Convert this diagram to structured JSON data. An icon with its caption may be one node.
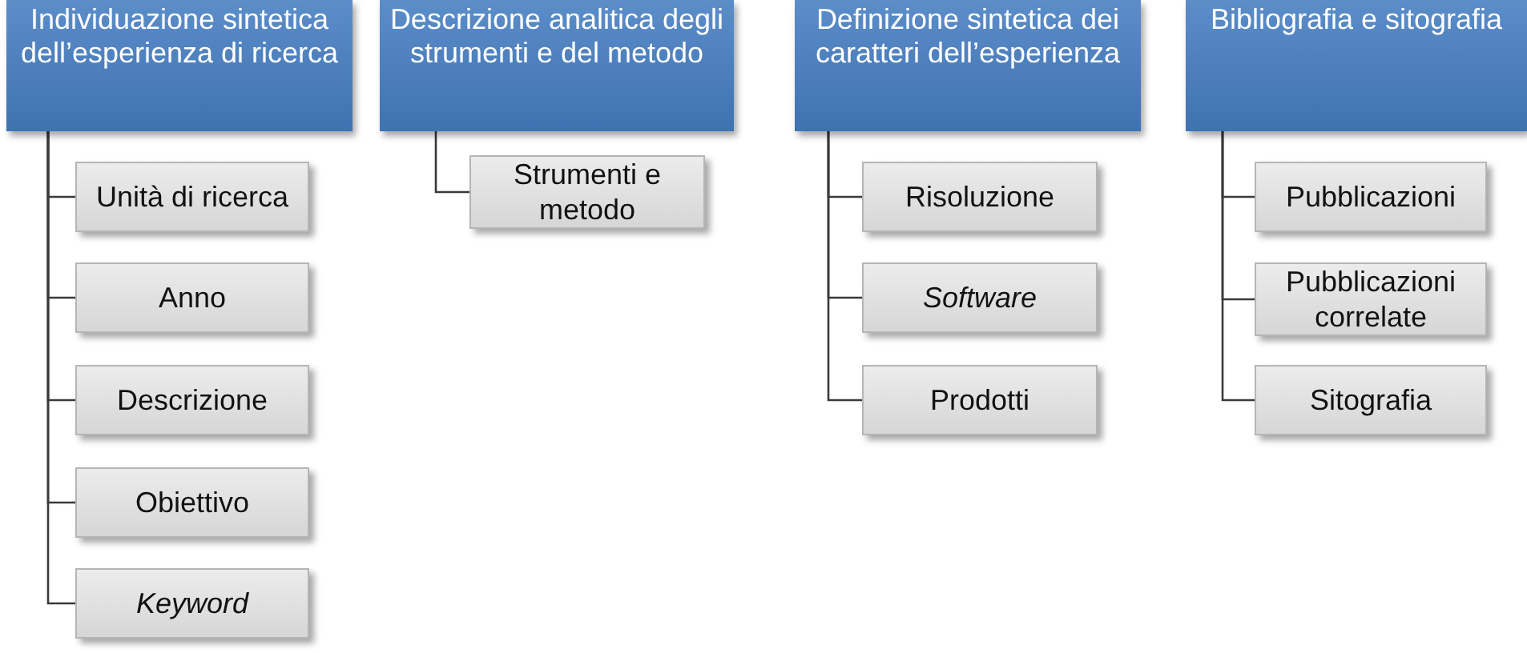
{
  "diagram": {
    "nodes": [
      {
        "text": [
          "Individuazione sintetica dell’esperienza di ricerca"
        ]
      },
      {
        "text": [
          "Unità di ricerca"
        ]
      },
      {
        "text": [
          "Anno"
        ]
      },
      {
        "text": [
          "Descrizione"
        ]
      },
      {
        "text": [
          "Obiettivo"
        ]
      },
      {
        "text": [
          "Keyword"
        ]
      },
      {
        "text": [
          "Descrizione analitica degli strumenti e del metodo"
        ]
      },
      {
        "text": [
          "Strumenti e metodo"
        ]
      },
      {
        "text": [
          "Definizione sintetica dei caratteri dell’esperienza"
        ]
      },
      {
        "text": [
          "Risoluzione"
        ]
      },
      {
        "text": [
          "Software"
        ]
      },
      {
        "text": [
          "Prodotti"
        ]
      },
      {
        "text": [
          "Bibliografia e sitografia"
        ]
      },
      {
        "text": [
          "Pubblicazioni"
        ]
      },
      {
        "text": [
          "Pubblicazioni correlate"
        ]
      },
      {
        "text": [
          "Sitografia"
        ]
      }
    ],
    "edges": [
      {
        "from": 0,
        "to": 1,
        "arrow": "none"
      },
      {
        "from": 0,
        "to": 2,
        "arrow": "none"
      },
      {
        "from": 0,
        "to": 3,
        "arrow": "none"
      },
      {
        "from": 0,
        "to": 4,
        "arrow": "none"
      },
      {
        "from": 0,
        "to": 5,
        "arrow": "none"
      },
      {
        "from": 6,
        "to": 7,
        "arrow": "none"
      },
      {
        "from": 8,
        "to": 9,
        "arrow": "none"
      },
      {
        "from": 8,
        "to": 10,
        "arrow": "none"
      },
      {
        "from": 8,
        "to": 11,
        "arrow": "none"
      },
      {
        "from": 12,
        "to": 13,
        "arrow": "none"
      },
      {
        "from": 12,
        "to": 14,
        "arrow": "none"
      },
      {
        "from": 12,
        "to": 15,
        "arrow": "none"
      }
    ]
  }
}
